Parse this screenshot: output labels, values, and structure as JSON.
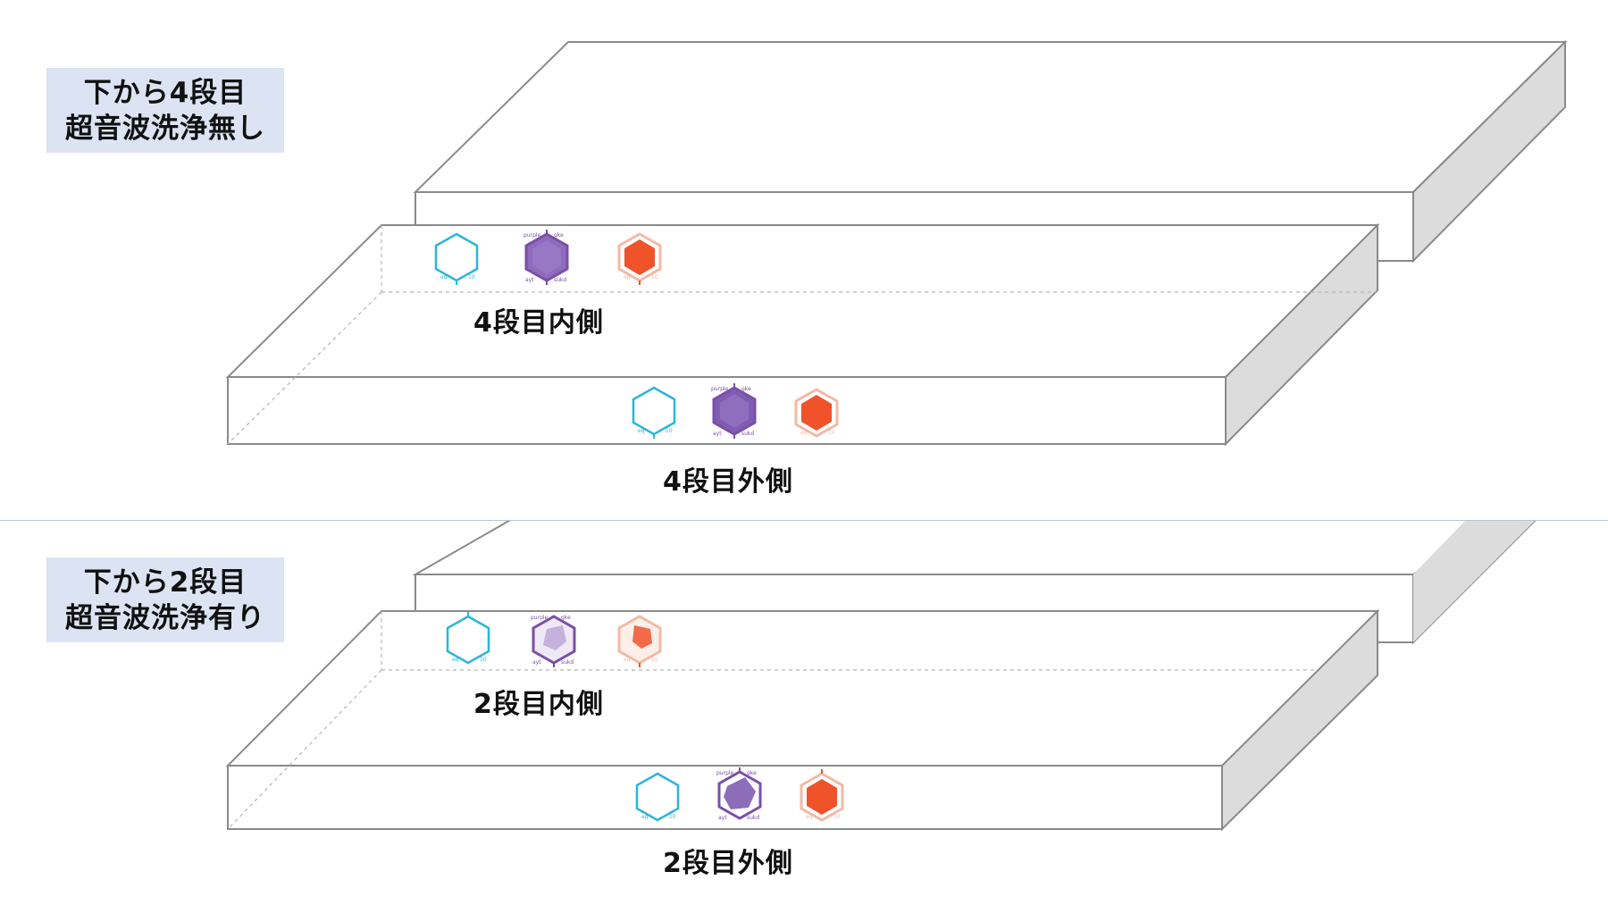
{
  "panels": [
    {
      "label_line1": "下から4段目",
      "label_line2": "超音波洗浄無し",
      "inner_caption": "4段目内側",
      "outer_caption": "4段目外側"
    },
    {
      "label_line1": "下から2段目",
      "label_line2": "超音波洗浄有り",
      "inner_caption": "2段目内側",
      "outer_caption": "2段目外側"
    }
  ],
  "indicator_labels": {
    "cyan": [
      "eq",
      "10"
    ],
    "purple": [
      "purple",
      "gke",
      "ayt",
      "sukd"
    ],
    "orange": [
      "eq",
      "10"
    ]
  },
  "colors": {
    "cyan": "#2bb5d8",
    "purple": "#7a4fa8",
    "orange": "#f0522a",
    "orange_light": "#f3b9a5",
    "tray_side": "#dcdcdc",
    "tray_edge": "#8a8a8a",
    "label_bg": "#dce3f3"
  }
}
